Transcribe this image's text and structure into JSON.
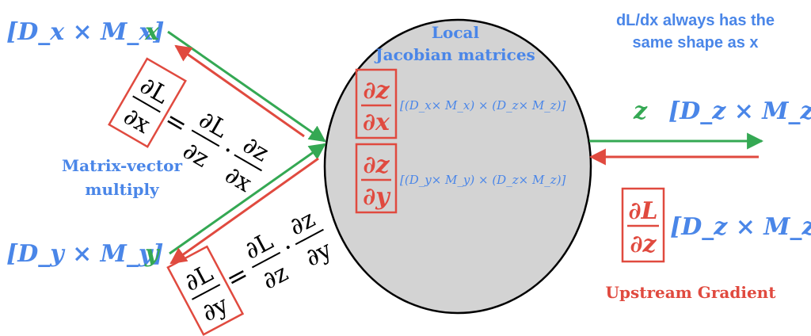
{
  "colors": {
    "blue": "#4a86e8",
    "green": "#34a853",
    "red": "#e04a3f",
    "node_fill": "#d3d3d3",
    "text": "#000000"
  },
  "left_x": {
    "shape": "[D_x × M_x]",
    "var": "x"
  },
  "left_y": {
    "shape": "[D_y × M_y]",
    "var": "y"
  },
  "right_z": {
    "var": "z",
    "shape": "[D_z × M_z]"
  },
  "note": {
    "line1": "dL/dx always has the",
    "line2": "same shape as x"
  },
  "node": {
    "title_line1": "Local",
    "title_line2": "Jacobian matrices",
    "jac_x": {
      "num": "∂z",
      "den": "∂x",
      "dims": "[(D_x× M_x) × (D_z× M_z)]"
    },
    "jac_y": {
      "num": "∂z",
      "den": "∂y",
      "dims": "[(D_y× M_y) × (D_z× M_z)]"
    }
  },
  "grad_x": {
    "boxed_num": "∂L",
    "boxed_den": "∂x",
    "rhs_num1": "∂L",
    "rhs_den1": "∂z",
    "dot": "·",
    "rhs_num2": "∂z",
    "rhs_den2": "∂x",
    "eq": "="
  },
  "grad_y": {
    "boxed_num": "∂L",
    "boxed_den": "∂y",
    "rhs_num1": "∂L",
    "rhs_den1": "∂z",
    "dot": "·",
    "rhs_num2": "∂z",
    "rhs_den2": "∂y",
    "eq": "="
  },
  "mv_label": {
    "line1": "Matrix-vector",
    "line2": "multiply"
  },
  "upstream": {
    "num": "∂L",
    "den": "∂z",
    "shape": "[D_z × M_z]",
    "label": "Upstream Gradient"
  }
}
